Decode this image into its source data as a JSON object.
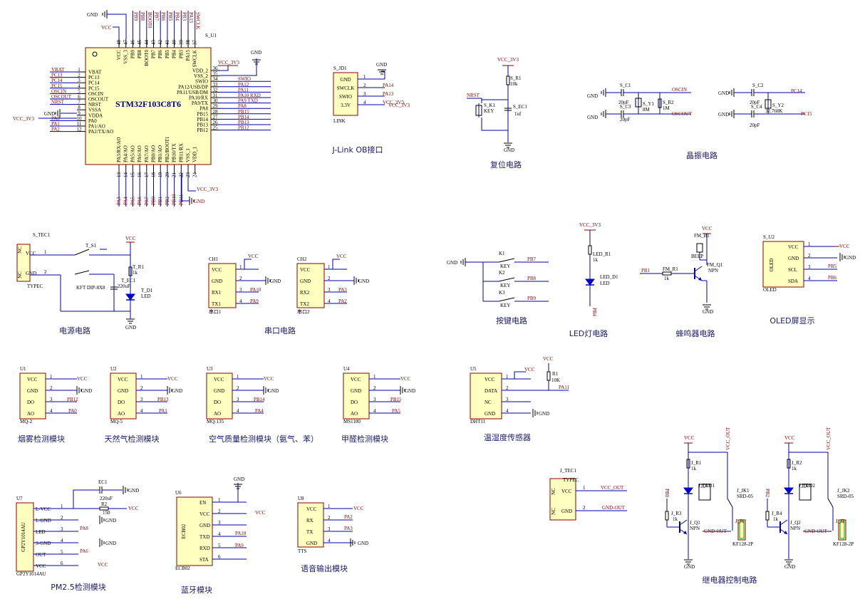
{
  "mcu": {
    "ref": "S_U1",
    "name": "STM32F103C8T6",
    "left_pins": [
      {
        "num": "1",
        "name": "VBAT",
        "net": "VBAT"
      },
      {
        "num": "2",
        "name": "PC13",
        "net": "PC13"
      },
      {
        "num": "3",
        "name": "PC14",
        "net": "PC14"
      },
      {
        "num": "4",
        "name": "PC15",
        "net": "PC15"
      },
      {
        "num": "5",
        "name": "OSCIN",
        "net": "OSCIN"
      },
      {
        "num": "6",
        "name": "OSCOUT",
        "net": "OSCOUT"
      },
      {
        "num": "7",
        "name": "NRST",
        "net": "NRST"
      },
      {
        "num": "8",
        "name": "VSSA",
        "net": "GND"
      },
      {
        "num": "9",
        "name": "VDDA",
        "net": "VCC_3V3"
      },
      {
        "num": "10",
        "name": "PA0",
        "net": "PA0"
      },
      {
        "num": "11",
        "name": "PA1/AO",
        "net": "PA1"
      },
      {
        "num": "12",
        "name": "PA2/TX/AO",
        "net": "PA2"
      }
    ],
    "right_pins": [
      {
        "num": "36",
        "name": "VDD_2",
        "net": "VCC_3V3"
      },
      {
        "num": "35",
        "name": "VSS_2",
        "net": ""
      },
      {
        "num": "34",
        "name": "SWIO",
        "net": "SWIO"
      },
      {
        "num": "33",
        "name": "PA12/USB/DP",
        "net": "PA12"
      },
      {
        "num": "32",
        "name": "PA11/USB/DM",
        "net": "PA11"
      },
      {
        "num": "31",
        "name": "PA10/RX",
        "net": "PA10_RXD"
      },
      {
        "num": "30",
        "name": "PA9/TX",
        "net": "PA9_TXD"
      },
      {
        "num": "29",
        "name": "PA8",
        "net": "PA8"
      },
      {
        "num": "28",
        "name": "PB15",
        "net": "PB15"
      },
      {
        "num": "27",
        "name": "PB14",
        "net": "PB14"
      },
      {
        "num": "26",
        "name": "PB13",
        "net": "PB13"
      },
      {
        "num": "25",
        "name": "PB12",
        "net": "PB12"
      }
    ],
    "top_pins": [
      "VCC",
      "VSS_3",
      "PB9",
      "PB8",
      "BOOT0",
      "PB7",
      "PB6",
      "PB5",
      "PB4",
      "PB3",
      "PA15",
      "SWCLK"
    ],
    "top_nums": [
      "48",
      "47",
      "46",
      "45",
      "44",
      "43",
      "42",
      "41",
      "40",
      "39",
      "38",
      "37"
    ],
    "top_nets": [
      "",
      "",
      "PB9",
      "PB8",
      "BOOT0",
      "PB7",
      "PB6",
      "PB5",
      "PB4",
      "PB3",
      "PA15",
      "SWCLK"
    ],
    "bottom_pins": [
      "PA3/RX/AO",
      "PA4/AO",
      "PA5/AO",
      "PA6/AO",
      "PA7/AO",
      "PB0/AO",
      "PB1/AO",
      "PB2/BOOT1",
      "PB10/TX",
      "PB11/RX",
      "VSS_1",
      "VDD_1"
    ],
    "bottom_nums": [
      "13",
      "14",
      "15",
      "16",
      "17",
      "18",
      "19",
      "20",
      "21",
      "22",
      "23",
      "24"
    ],
    "bottom_nets": [
      "PA3",
      "PA4",
      "PA5",
      "PA6",
      "PA7",
      "PB0",
      "PB1",
      "PB2",
      "PB10",
      "PB11",
      "",
      ""
    ],
    "gnd": "GND",
    "vcc": "VCC",
    "vcc3v3": "VCC_3V3"
  },
  "jlink": {
    "ref": "S_JD1",
    "label": "LINK",
    "pins": [
      {
        "num": "1",
        "name": "GND",
        "net": ""
      },
      {
        "num": "2",
        "name": "SWCLK",
        "net": "PA14"
      },
      {
        "num": "3",
        "name": "SWIO",
        "net": "PA13"
      },
      {
        "num": "4",
        "name": "3.3V",
        "net": "VCC_3V3"
      }
    ],
    "gnd": "GND",
    "caption": "J-Link OB接口"
  },
  "reset": {
    "vcc": "VCC_3V3",
    "r_ref": "S_R1",
    "r_val": "10k",
    "nrst": "NRST",
    "key_ref": "S_K1",
    "key_val": "KEY",
    "c_ref": "S_EC1",
    "c_val": "1uf",
    "gnd": "GND",
    "caption": "复位电路"
  },
  "crystal": {
    "c1": "S_C1",
    "c1v": "20pF",
    "c3": "S_C3",
    "c3v": "20pF",
    "y1": "S_Y1",
    "y1v": "8M",
    "r2": "S_R2",
    "r2v": "1M",
    "oscin": "OSCIN",
    "oscout": "OSCOUT",
    "c2": "S_C2",
    "c2v": "20pF",
    "c4": "S_C4",
    "c4v": "20pF",
    "y2": "S_Y2",
    "y2v": "32.768K",
    "pc14": "PC14",
    "pc15": "PC15",
    "gnd": "GND",
    "caption": "晶振电路"
  },
  "power": {
    "conn_ref": "S_TEC1",
    "conn_type": "TYPEC",
    "pin_vcc": "VCC",
    "pin_gnd": "GND",
    "nc": "NC",
    "sw_ref": "T_S1",
    "sw_val": "KFT DIP-8X8",
    "ec_ref": "T_EC1",
    "ec_val": "220uF",
    "r_ref": "T_R1",
    "r_val": "1k",
    "led_ref": "T_D1",
    "led_val": "LED",
    "vcc": "VCC",
    "gnd": "GND",
    "caption": "电源电路"
  },
  "uart": {
    "ch1": {
      "ref": "CH1",
      "label": "串口1",
      "pins": [
        "VCC",
        "GND",
        "RX1",
        "TX1"
      ],
      "nets": [
        "VCC",
        "GND",
        "PA10",
        "PA9"
      ]
    },
    "ch2": {
      "ref": "CH2",
      "label": "串口2",
      "pins": [
        "VCC",
        "GND",
        "RX2",
        "TX2"
      ],
      "nets": [
        "VCC",
        "GND",
        "PA3",
        "PA2"
      ]
    },
    "caption": "串口电路"
  },
  "keys": {
    "gnd": "GND",
    "k1": "K1",
    "k2": "K2",
    "k3": "K3",
    "val": "KEY",
    "n1": "PB7",
    "n2": "PB8",
    "n3": "PB9",
    "caption": "按键电路"
  },
  "led": {
    "vcc": "VCC_3V3",
    "r_ref": "LED_R1",
    "r_val": "1k",
    "d_ref": "LED_D1",
    "d_val": "LED",
    "net": "PB4",
    "caption": "LED灯电路"
  },
  "buzzer": {
    "vcc": "VCC",
    "bz_ref": "FM_B1",
    "bz_val": "BEEP",
    "q_ref": "FM_Q1",
    "q_val": "NPN",
    "r_ref": "FM_R1",
    "r_val": "1k",
    "net": "PB1",
    "gnd": "GND",
    "caption": "蜂鸣器电路"
  },
  "oled": {
    "ref": "S_U2",
    "label": "OLED",
    "body": "OLED",
    "pins": [
      "VCC",
      "GND",
      "SCL",
      "SDA"
    ],
    "nets": [
      "VCC",
      "GND",
      "PB5",
      "PB6"
    ],
    "caption": "OLED屏显示"
  },
  "sensors": [
    {
      "ref": "U1",
      "part": "MQ-2",
      "pins": [
        "VCC",
        "GND",
        "DO",
        "AO"
      ],
      "nets": [
        "VCC",
        "GND",
        "PB12",
        "PA0"
      ],
      "caption": "烟雾检测模块"
    },
    {
      "ref": "U2",
      "part": "MQ-5",
      "pins": [
        "VCC",
        "GND",
        "DO",
        "AO"
      ],
      "nets": [
        "VCC",
        "GND",
        "PB13",
        "PA1"
      ],
      "caption": "天然气检测模块"
    },
    {
      "ref": "U3",
      "part": "MQ-135",
      "pins": [
        "VCC",
        "GND",
        "DO",
        "AO"
      ],
      "nets": [
        "VCC",
        "GND",
        "PB14",
        "PA4"
      ],
      "caption": "空气质量检测模块（氨气、苯）"
    },
    {
      "ref": "U4",
      "part": "MS1100",
      "pins": [
        "VCC",
        "GND",
        "DO",
        "AO"
      ],
      "nets": [
        "VCC",
        "GND",
        "PB15",
        "PA5"
      ],
      "caption": "甲醛检测模块"
    }
  ],
  "dht": {
    "ref": "U5",
    "part": "DHT11",
    "pins": [
      "VCC",
      "DATA",
      "NC",
      "GND"
    ],
    "nets": [
      "VCC",
      "PA11",
      "",
      "GND"
    ],
    "r_ref": "R1",
    "r_val": "10K",
    "vcc": "VCC",
    "caption": "温湿度传感器"
  },
  "pm25": {
    "ref": "U7",
    "part": "GP2Y1014AU",
    "body": "GP2Y1014AU",
    "pins": [
      "L-VCC",
      "L-GND",
      "LED",
      "S-GND",
      "OUT",
      "VCC"
    ],
    "nets": [
      "",
      "GND",
      "PA8",
      "GND",
      "PA6",
      "VCC"
    ],
    "ec_ref": "EC1",
    "ec_val": "220uF",
    "r_ref": "R2",
    "r_val": "150",
    "gnd": "GND",
    "vcc": "VCC",
    "caption": "PM2.5检测模块"
  },
  "bt": {
    "ref": "U6",
    "part": "ECB02",
    "body": "ECB02",
    "pins": [
      "EN",
      "VCC",
      "GND",
      "TXD",
      "RXD",
      "STA"
    ],
    "nets": [
      "",
      "VCC",
      "",
      "PA10",
      "PA9",
      ""
    ],
    "gnd": "GND",
    "caption": "蓝牙模块"
  },
  "tts": {
    "ref": "U8",
    "part": "TTS",
    "pins": [
      "VCC",
      "RX",
      "TX",
      "GND"
    ],
    "nets": [
      "VCC",
      "PA2",
      "PA3",
      "GND"
    ],
    "caption": "语音输出模块"
  },
  "typec2": {
    "ref": "J_TEC1",
    "type": "TYPEC",
    "pins": [
      "VCC",
      "GND"
    ],
    "nets": [
      "VCC_OUT",
      "GND-OUT"
    ],
    "nc": "NC"
  },
  "relay": {
    "vcc": "VCC",
    "r1": "J_R1",
    "r1v": "1k",
    "d1": "J_D1",
    "ld1": "J_LD1",
    "r3": "J_R3",
    "r3v": "1k",
    "q1": "J_Q1",
    "q1v": "NPN",
    "k1": "J_JK1",
    "k1v": "SRD-05",
    "j1": "J_J1",
    "j1v": "KF128-2P",
    "r2": "J_R2",
    "r2v": "1k",
    "d2": "J_D2",
    "ld2": "J_LD2",
    "r4": "J_R4",
    "r4v": "1k",
    "q2": "J_Q2",
    "q2v": "NPN",
    "k2": "J_JK2",
    "k2v": "SRD-05",
    "j2": "J_J2",
    "j2v": "KF128-2P",
    "out": "VCC_OUT",
    "gout": "GND-OUT",
    "in1": "PB0",
    "in2": "PB2",
    "gnd": "GND",
    "caption": "继电器控制电路"
  }
}
